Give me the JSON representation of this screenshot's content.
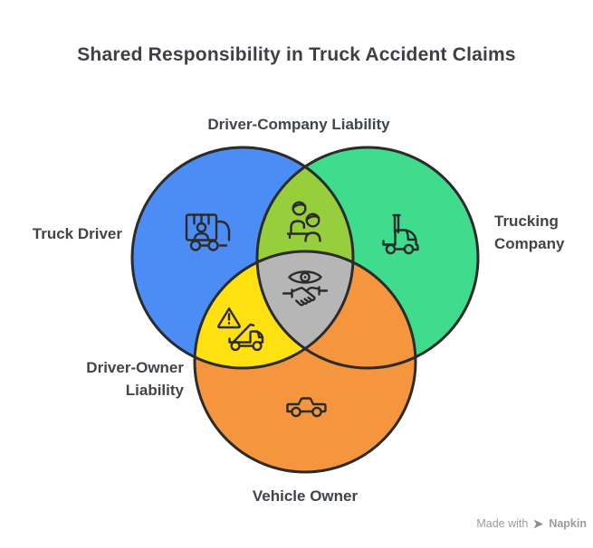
{
  "title": "Shared Responsibility in Truck Accident Claims",
  "diagram_type": "venn",
  "venn": {
    "regions": {
      "truck_driver": {
        "label": "Truck Driver",
        "color": "#4c8df5",
        "icon": "box-truck-with-driver-icon"
      },
      "trucking_company": {
        "label": "Trucking Company",
        "color": "#40dc8d",
        "icon": "semi-truck-icon"
      },
      "vehicle_owner": {
        "label": "Vehicle Owner",
        "color": "#f5953d",
        "icon": "pickup-truck-icon"
      },
      "driver_company_liability": {
        "label": "Driver-Company Liability",
        "color": "#97ce3c",
        "icon": "driver-and-manager-icon"
      },
      "driver_owner_liability": {
        "label": "Driver-Owner Liability",
        "color": "#ffe011",
        "icon": "warning-truck-icon"
      },
      "center_overlap": {
        "label": "",
        "color": "#b6b6b6",
        "icon": "eye-and-handshake-icon"
      }
    }
  },
  "colors": {
    "background": "#ffffff",
    "outline": "#2b2b2b",
    "icon_stroke": "#2b2b2b",
    "title_text": "#3d4145",
    "label_text": "#40454a",
    "watermark_text": "#9b9b9b"
  },
  "watermark": {
    "prefix": "Made with",
    "brand": "Napkin",
    "icon": "napkin-plane-icon"
  }
}
